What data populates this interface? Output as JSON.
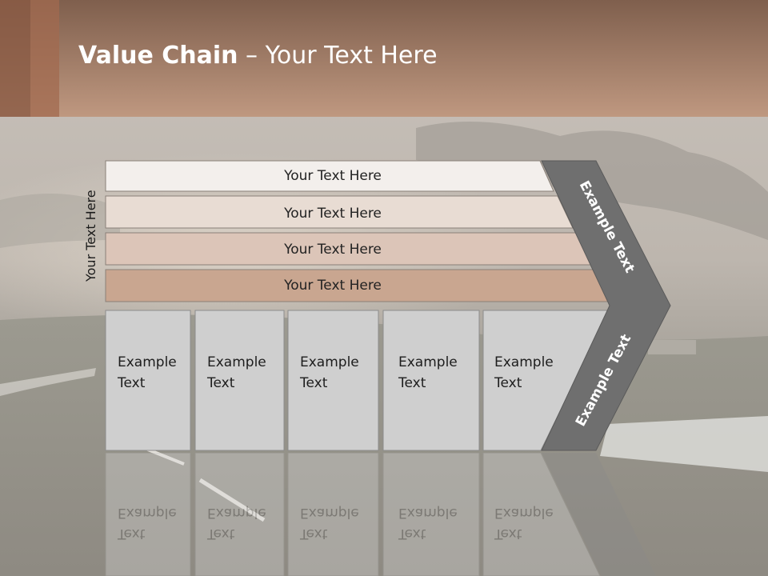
{
  "slide": {
    "title_bold": "Value Chain",
    "title_rest": " – Your Text Here"
  },
  "diagram": {
    "side_label": "Your Text Here",
    "bands": [
      {
        "label": "Your Text Here",
        "color": "#f3efec"
      },
      {
        "label": "Your Text Here",
        "color": "#e8dcd3"
      },
      {
        "label": "Your Text Here",
        "color": "#dcc5b8"
      },
      {
        "label": "Your Text Here",
        "color": "#c9a690"
      }
    ],
    "boxes": [
      {
        "line1": "Example",
        "line2": "Text"
      },
      {
        "line1": "Example",
        "line2": "Text"
      },
      {
        "line1": "Example",
        "line2": "Text"
      },
      {
        "line1": "Example",
        "line2": "Text"
      },
      {
        "line1": "Example",
        "line2": "Text"
      }
    ],
    "chevron": {
      "upper_label": "Example Text",
      "lower_label": "Example Text",
      "color": "#6f6f6f"
    }
  },
  "colors": {
    "title_bar": "#b48a72",
    "box_fill": "#cfcfcf"
  }
}
